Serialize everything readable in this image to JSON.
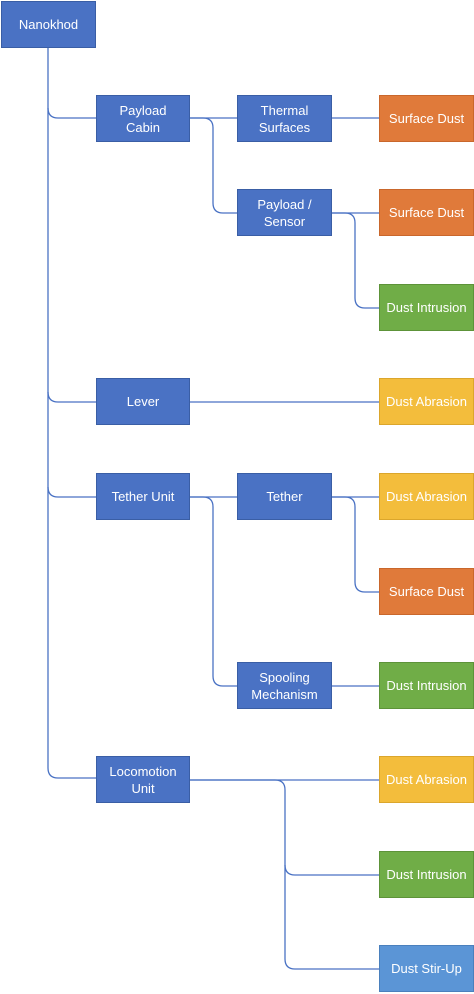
{
  "colors": {
    "wire": "#4a72c4",
    "component": "#4a72c4",
    "surface_dust": "#e07a3a",
    "dust_intrusion": "#70ad47",
    "dust_abrasion": "#f3bd3c",
    "dust_stir_up": "#5b95d6"
  },
  "nodes": {
    "root": "Nanokhod",
    "payload_cabin": "Payload\nCabin",
    "thermal_surfaces": "Thermal\nSurfaces",
    "payload_sensor": "Payload /\nSensor",
    "lever": "Lever",
    "tether_unit": "Tether Unit",
    "tether": "Tether",
    "spooling_mechanism": "Spooling\nMechanism",
    "locomotion_unit": "Locomotion\nUnit",
    "effect_1": "Surface Dust",
    "effect_2": "Surface Dust",
    "effect_3": "Dust Intrusion",
    "effect_4": "Dust Abrasion",
    "effect_5": "Dust Abrasion",
    "effect_6": "Surface Dust",
    "effect_7": "Dust Intrusion",
    "effect_8": "Dust Abrasion",
    "effect_9": "Dust Intrusion",
    "effect_10": "Dust Stir-Up"
  }
}
